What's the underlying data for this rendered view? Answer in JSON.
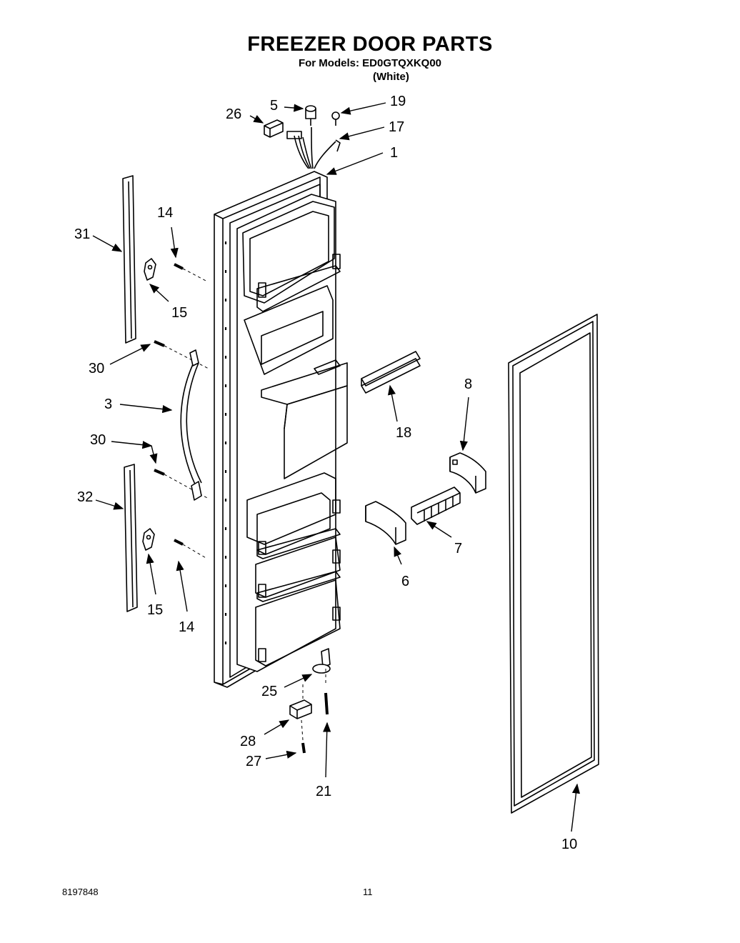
{
  "header": {
    "title": "FREEZER DOOR PARTS",
    "models_line": "For Models: ED0GTQXKQ00",
    "color": "(White)"
  },
  "footer": {
    "doc_number": "8197848",
    "page_number": "11"
  },
  "callouts": {
    "c1": "1",
    "c3": "3",
    "c5": "5",
    "c6": "6",
    "c7": "7",
    "c8": "8",
    "c10": "10",
    "c14a": "14",
    "c14b": "14",
    "c15a": "15",
    "c15b": "15",
    "c17": "17",
    "c18": "18",
    "c19": "19",
    "c21": "21",
    "c25": "25",
    "c26": "26",
    "c27": "27",
    "c28": "28",
    "c30a": "30",
    "c30b": "30",
    "c31": "31",
    "c32": "32"
  }
}
